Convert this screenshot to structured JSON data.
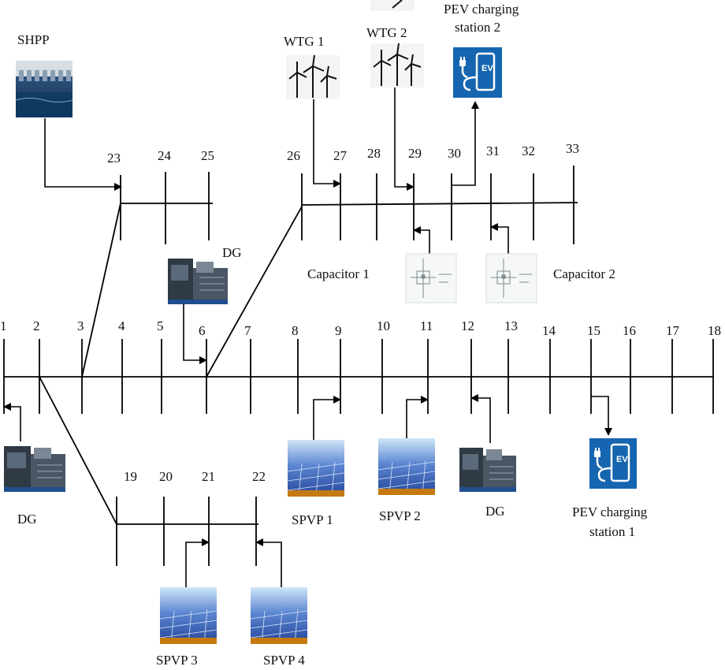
{
  "buses": [
    "1",
    "2",
    "3",
    "4",
    "5",
    "6",
    "7",
    "8",
    "9",
    "10",
    "11",
    "12",
    "13",
    "14",
    "15",
    "16",
    "17",
    "18",
    "19",
    "20",
    "21",
    "22",
    "23",
    "24",
    "25",
    "26",
    "27",
    "28",
    "29",
    "30",
    "31",
    "32",
    "33"
  ],
  "labels": {
    "shpp": "SHPP",
    "wtg1": "WTG 1",
    "wtg2": "WTG 2",
    "pev2_line1": "PEV charging",
    "pev2_line2": "station 2",
    "pev1_line1": "PEV charging",
    "pev1_line2": "station 1",
    "dg_top": "DG",
    "dg_left": "DG",
    "dg_right": "DG",
    "capacitor1": "Capacitor 1",
    "capacitor2": "Capacitor 2",
    "spvp1": "SPVP 1",
    "spvp2": "SPVP 2",
    "spvp3": "SPVP 3",
    "spvp4": "SPVP 4"
  },
  "icons": {
    "ev_text": "EV",
    "ev_color": "#1565b0",
    "solar_color": "#3a62b8",
    "dg_color": "#3c4652"
  }
}
